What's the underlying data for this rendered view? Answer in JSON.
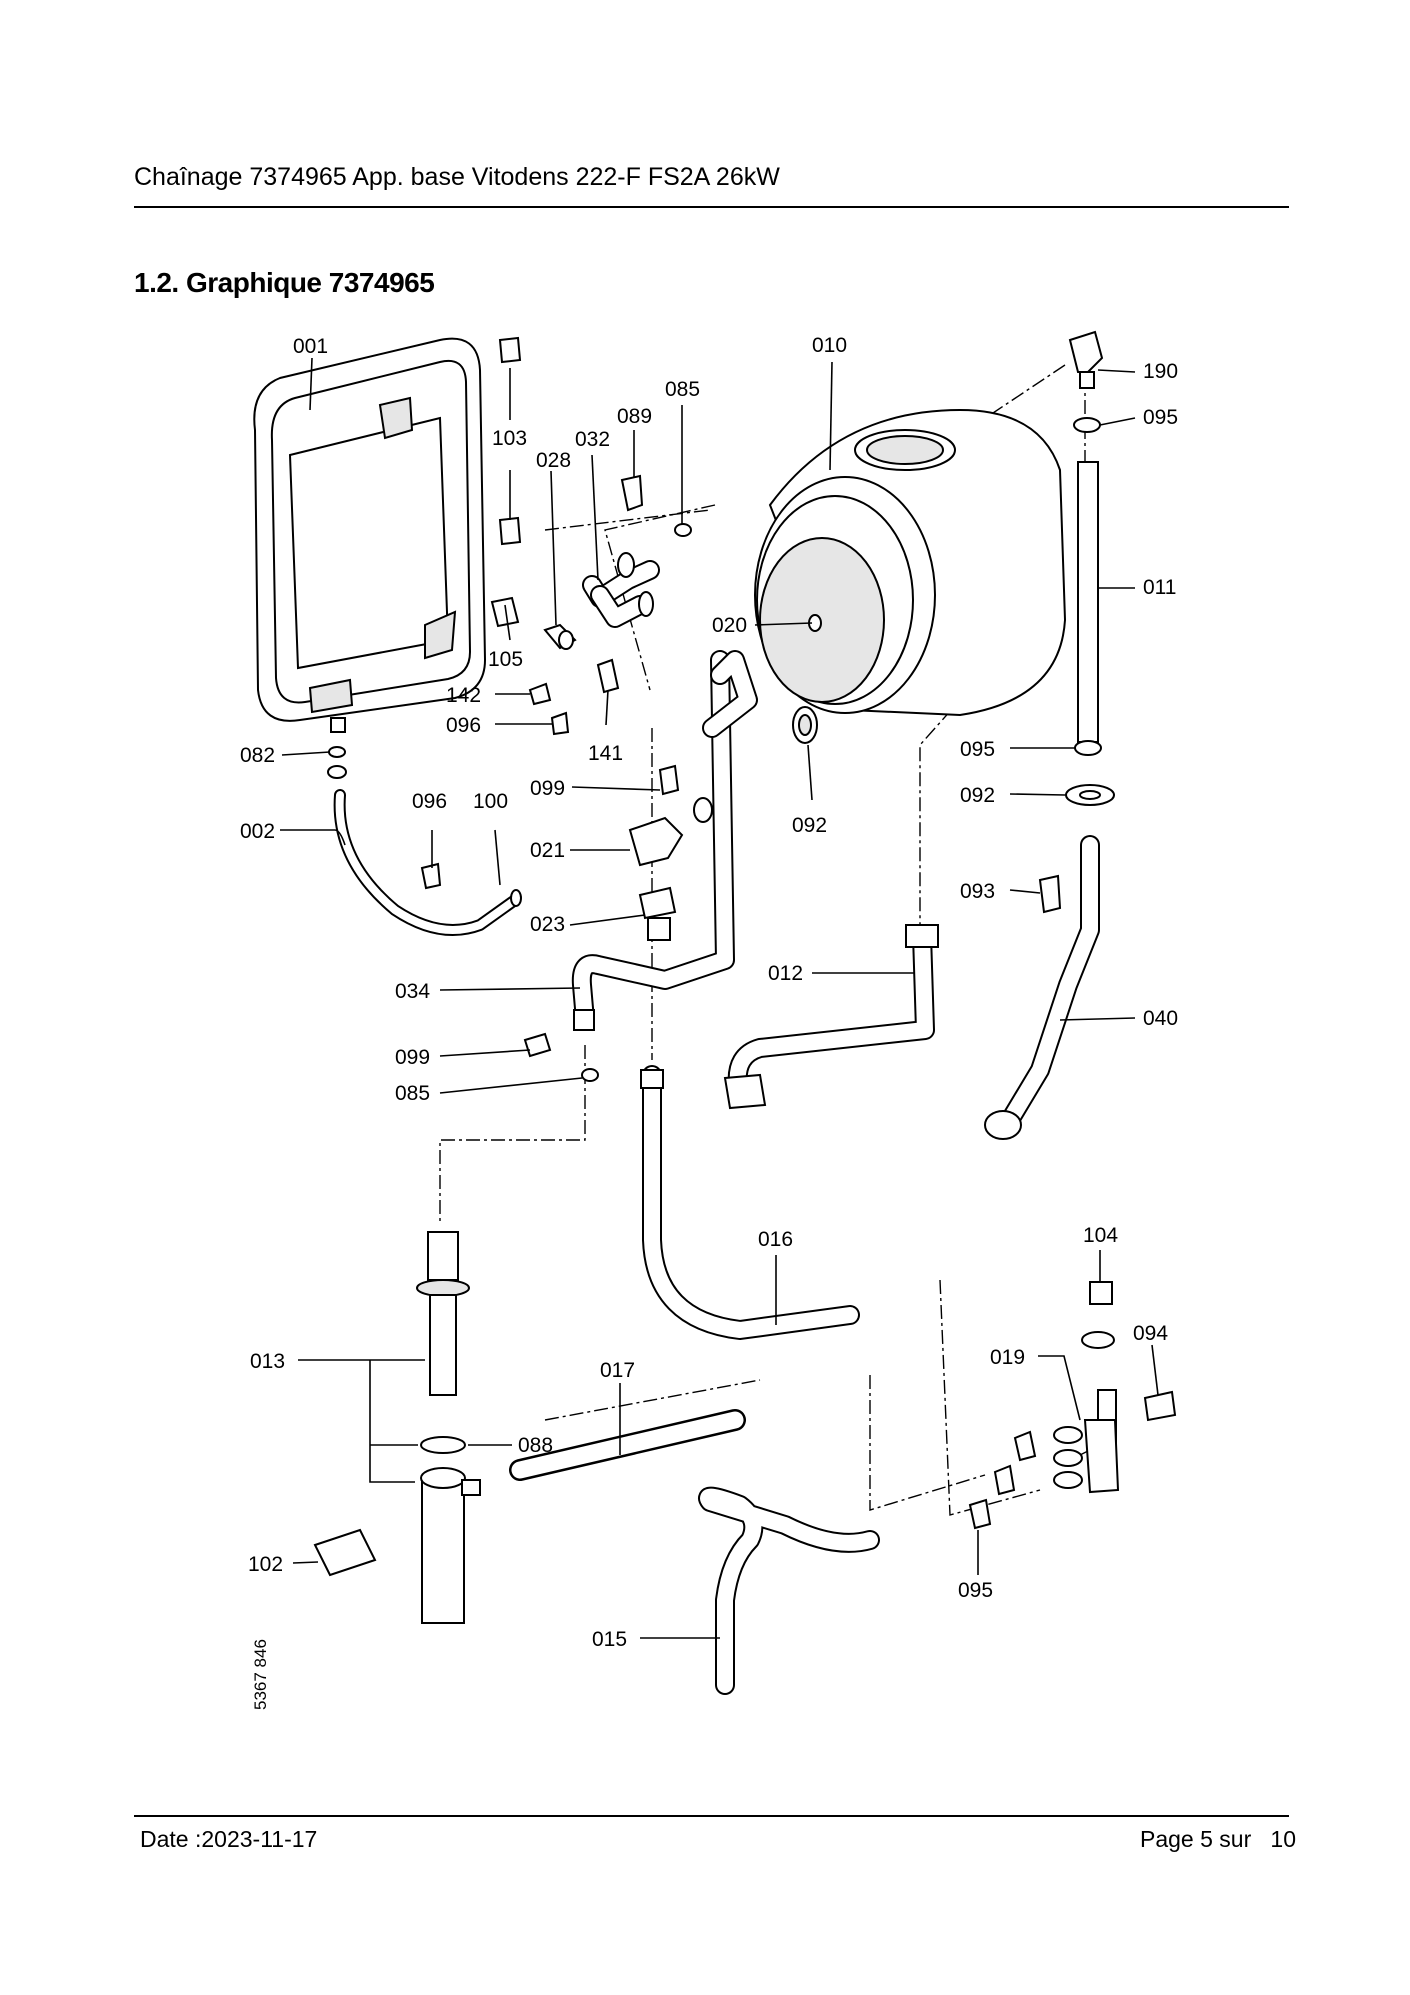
{
  "header": {
    "title": "Chaînage 7374965 App. base Vitodens 222-F FS2A 26kW"
  },
  "section": {
    "heading": "1.2. Graphique 7374965"
  },
  "diagram": {
    "labels": [
      "001",
      "103",
      "028",
      "032",
      "089",
      "085",
      "010",
      "190",
      "095",
      "011",
      "020",
      "105",
      "142",
      "096",
      "141",
      "082",
      "002",
      "096",
      "100",
      "099",
      "092",
      "095",
      "092",
      "021",
      "023",
      "093",
      "034",
      "012",
      "040",
      "099",
      "085",
      "016",
      "104",
      "094",
      "013",
      "017",
      "019",
      "088",
      "102",
      "095",
      "015"
    ],
    "drawing_number": "5367 846"
  },
  "footer": {
    "date": "Date :2023-11-17",
    "page": "Page 5 sur   10"
  }
}
